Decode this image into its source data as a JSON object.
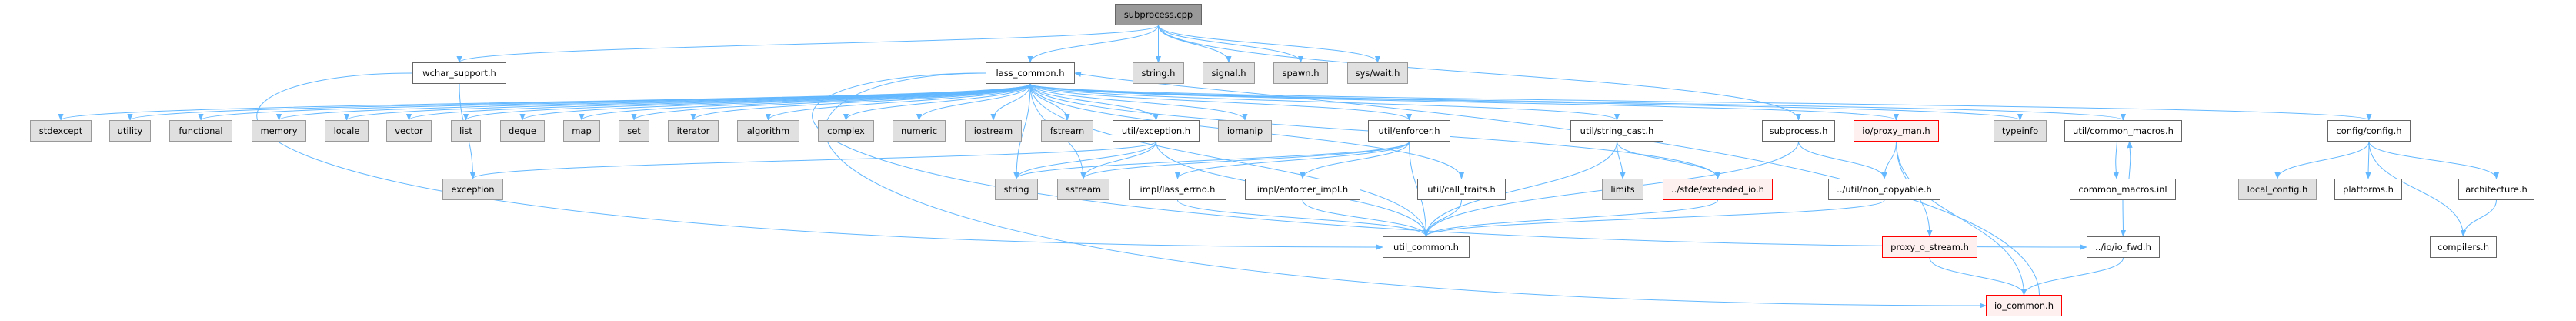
{
  "colors": {
    "edge": "#63b8ff",
    "root_fill": "#999999",
    "system_fill": "#e0e0e0",
    "incomplete_border": "#ff0000",
    "incomplete_fill": "#fff0f0"
  },
  "nodes": [
    {
      "id": "subprocess_cpp",
      "label": "subprocess.cpp",
      "kind": "root"
    },
    {
      "id": "wchar_support",
      "label": "wchar_support.h",
      "kind": "doc"
    },
    {
      "id": "lass_common",
      "label": "lass_common.h",
      "kind": "doc"
    },
    {
      "id": "string_h",
      "label": "string.h",
      "kind": "sys"
    },
    {
      "id": "signal_h",
      "label": "signal.h",
      "kind": "sys"
    },
    {
      "id": "spawn_h",
      "label": "spawn.h",
      "kind": "sys"
    },
    {
      "id": "sys_wait",
      "label": "sys/wait.h",
      "kind": "sys"
    },
    {
      "id": "stdexcept",
      "label": "stdexcept",
      "kind": "sys"
    },
    {
      "id": "utility",
      "label": "utility",
      "kind": "sys"
    },
    {
      "id": "functional",
      "label": "functional",
      "kind": "sys"
    },
    {
      "id": "memory",
      "label": "memory",
      "kind": "sys"
    },
    {
      "id": "locale",
      "label": "locale",
      "kind": "sys"
    },
    {
      "id": "vector",
      "label": "vector",
      "kind": "sys"
    },
    {
      "id": "list",
      "label": "list",
      "kind": "sys"
    },
    {
      "id": "deque",
      "label": "deque",
      "kind": "sys"
    },
    {
      "id": "map",
      "label": "map",
      "kind": "sys"
    },
    {
      "id": "set",
      "label": "set",
      "kind": "sys"
    },
    {
      "id": "iterator",
      "label": "iterator",
      "kind": "sys"
    },
    {
      "id": "algorithm",
      "label": "algorithm",
      "kind": "sys"
    },
    {
      "id": "complex",
      "label": "complex",
      "kind": "sys"
    },
    {
      "id": "numeric",
      "label": "numeric",
      "kind": "sys"
    },
    {
      "id": "iostream",
      "label": "iostream",
      "kind": "sys"
    },
    {
      "id": "fstream",
      "label": "fstream",
      "kind": "sys"
    },
    {
      "id": "util_exception",
      "label": "util/exception.h",
      "kind": "doc"
    },
    {
      "id": "iomanip",
      "label": "iomanip",
      "kind": "sys"
    },
    {
      "id": "util_enforcer",
      "label": "util/enforcer.h",
      "kind": "doc"
    },
    {
      "id": "util_string_cast",
      "label": "util/string_cast.h",
      "kind": "doc"
    },
    {
      "id": "subprocess_h",
      "label": "subprocess.h",
      "kind": "doc"
    },
    {
      "id": "io_proxy_man",
      "label": "io/proxy_man.h",
      "kind": "red"
    },
    {
      "id": "typeinfo",
      "label": "typeinfo",
      "kind": "sys"
    },
    {
      "id": "util_common_macros",
      "label": "util/common_macros.h",
      "kind": "doc"
    },
    {
      "id": "config_config",
      "label": "config/config.h",
      "kind": "doc"
    },
    {
      "id": "exception",
      "label": "exception",
      "kind": "sys"
    },
    {
      "id": "string",
      "label": "string",
      "kind": "sys"
    },
    {
      "id": "sstream",
      "label": "sstream",
      "kind": "sys"
    },
    {
      "id": "impl_lass_errno",
      "label": "impl/lass_errno.h",
      "kind": "doc"
    },
    {
      "id": "impl_enforcer_impl",
      "label": "impl/enforcer_impl.h",
      "kind": "doc"
    },
    {
      "id": "util_call_traits",
      "label": "util/call_traits.h",
      "kind": "doc"
    },
    {
      "id": "limits",
      "label": "limits",
      "kind": "sys"
    },
    {
      "id": "stde_extended_io",
      "label": "../stde/extended_io.h",
      "kind": "red"
    },
    {
      "id": "util_non_copyable",
      "label": "../util/non_copyable.h",
      "kind": "doc"
    },
    {
      "id": "common_macros_inl",
      "label": "common_macros.inl",
      "kind": "doc"
    },
    {
      "id": "local_config",
      "label": "local_config.h",
      "kind": "sys"
    },
    {
      "id": "platforms",
      "label": "platforms.h",
      "kind": "doc"
    },
    {
      "id": "architecture",
      "label": "architecture.h",
      "kind": "doc"
    },
    {
      "id": "util_common",
      "label": "util_common.h",
      "kind": "doc"
    },
    {
      "id": "proxy_o_stream",
      "label": "proxy_o_stream.h",
      "kind": "red"
    },
    {
      "id": "io_fwd",
      "label": "../io/io_fwd.h",
      "kind": "doc"
    },
    {
      "id": "compilers",
      "label": "compilers.h",
      "kind": "doc"
    },
    {
      "id": "io_common",
      "label": "io_common.h",
      "kind": "red"
    }
  ],
  "edges": [
    [
      "subprocess_cpp",
      "wchar_support"
    ],
    [
      "subprocess_cpp",
      "lass_common"
    ],
    [
      "subprocess_cpp",
      "string_h"
    ],
    [
      "subprocess_cpp",
      "signal_h"
    ],
    [
      "subprocess_cpp",
      "spawn_h"
    ],
    [
      "subprocess_cpp",
      "sys_wait"
    ],
    [
      "subprocess_cpp",
      "subprocess_h"
    ],
    [
      "wchar_support",
      "exception"
    ],
    [
      "wchar_support",
      "util_common"
    ],
    [
      "lass_common",
      "stdexcept"
    ],
    [
      "lass_common",
      "utility"
    ],
    [
      "lass_common",
      "functional"
    ],
    [
      "lass_common",
      "memory"
    ],
    [
      "lass_common",
      "locale"
    ],
    [
      "lass_common",
      "vector"
    ],
    [
      "lass_common",
      "list"
    ],
    [
      "lass_common",
      "deque"
    ],
    [
      "lass_common",
      "map"
    ],
    [
      "lass_common",
      "set"
    ],
    [
      "lass_common",
      "iterator"
    ],
    [
      "lass_common",
      "algorithm"
    ],
    [
      "lass_common",
      "complex"
    ],
    [
      "lass_common",
      "numeric"
    ],
    [
      "lass_common",
      "iostream"
    ],
    [
      "lass_common",
      "fstream"
    ],
    [
      "lass_common",
      "util_exception"
    ],
    [
      "lass_common",
      "iomanip"
    ],
    [
      "lass_common",
      "util_enforcer"
    ],
    [
      "lass_common",
      "util_string_cast"
    ],
    [
      "lass_common",
      "io_proxy_man"
    ],
    [
      "lass_common",
      "typeinfo"
    ],
    [
      "lass_common",
      "util_common_macros"
    ],
    [
      "lass_common",
      "config_config"
    ],
    [
      "lass_common",
      "string"
    ],
    [
      "lass_common",
      "sstream"
    ],
    [
      "lass_common",
      "util_call_traits"
    ],
    [
      "lass_common",
      "stde_extended_io"
    ],
    [
      "lass_common",
      "util_common"
    ],
    [
      "lass_common",
      "io_common"
    ],
    [
      "lass_common",
      "io_fwd"
    ],
    [
      "util_exception",
      "exception"
    ],
    [
      "util_exception",
      "string"
    ],
    [
      "util_exception",
      "sstream"
    ],
    [
      "util_exception",
      "util_common"
    ],
    [
      "util_enforcer",
      "string"
    ],
    [
      "util_enforcer",
      "sstream"
    ],
    [
      "util_enforcer",
      "impl_lass_errno"
    ],
    [
      "util_enforcer",
      "impl_enforcer_impl"
    ],
    [
      "util_enforcer",
      "util_common"
    ],
    [
      "impl_lass_errno",
      "util_common"
    ],
    [
      "impl_enforcer_impl",
      "util_common"
    ],
    [
      "util_call_traits",
      "util_common"
    ],
    [
      "util_string_cast",
      "limits"
    ],
    [
      "util_string_cast",
      "stde_extended_io"
    ],
    [
      "util_string_cast",
      "util_common"
    ],
    [
      "stde_extended_io",
      "util_common"
    ],
    [
      "subprocess_h",
      "util_non_copyable"
    ],
    [
      "subprocess_h",
      "util_common"
    ],
    [
      "io_proxy_man",
      "util_non_copyable"
    ],
    [
      "io_proxy_man",
      "proxy_o_stream"
    ],
    [
      "io_proxy_man",
      "io_common"
    ],
    [
      "util_non_copyable",
      "util_common"
    ],
    [
      "proxy_o_stream",
      "io_common"
    ],
    [
      "io_common",
      "lass_common"
    ],
    [
      "util_common_macros",
      "common_macros_inl"
    ],
    [
      "common_macros_inl",
      "util_common_macros"
    ],
    [
      "common_macros_inl",
      "io_fwd"
    ],
    [
      "io_fwd",
      "io_common"
    ],
    [
      "config_config",
      "local_config"
    ],
    [
      "config_config",
      "platforms"
    ],
    [
      "config_config",
      "compilers"
    ],
    [
      "config_config",
      "architecture"
    ],
    [
      "architecture",
      "compilers"
    ]
  ]
}
